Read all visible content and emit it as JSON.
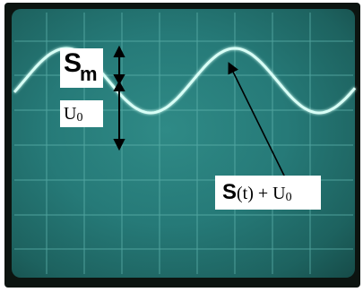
{
  "labels": {
    "sm_main": "S",
    "sm_sub": "m",
    "u0_main": "U",
    "u0_sub": "0",
    "signal_s": "S",
    "signal_rest": "(t) + U",
    "signal_sub": "0"
  },
  "colors": {
    "screen": "#267a78",
    "grid": "#5fb3ad",
    "trace": "#d8fff6",
    "annotation": "#000000"
  }
}
